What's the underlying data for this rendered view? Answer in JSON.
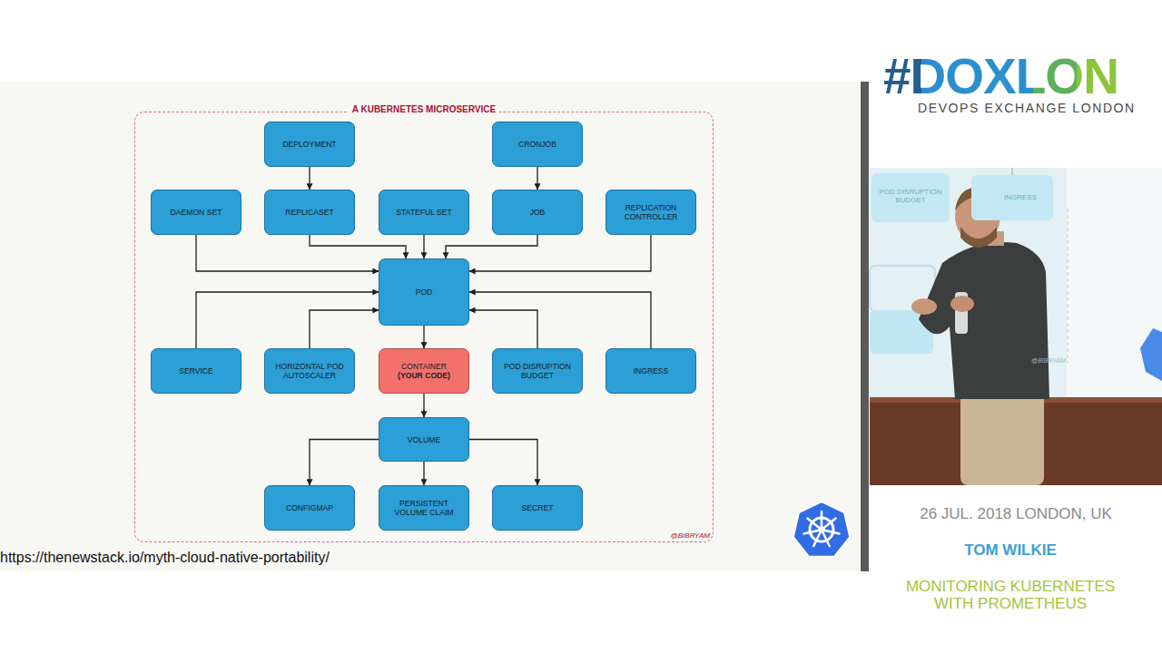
{
  "diagram": {
    "nodes": [
      {
        "text": [
          "A KUBERNETES MICROSERVICE"
        ]
      },
      {
        "text": [
          "DEPLOYMENT"
        ],
        "in": 0
      },
      {
        "text": [
          "CRONJOB"
        ],
        "in": 0
      },
      {
        "text": [
          "DAEMON SET"
        ],
        "in": 0
      },
      {
        "text": [
          "REPLICASET"
        ],
        "in": 0
      },
      {
        "text": [
          "STATEFUL SET"
        ],
        "in": 0
      },
      {
        "text": [
          "JOB"
        ],
        "in": 0
      },
      {
        "text": [
          "REPLICATION CONTROLLER"
        ],
        "in": 0
      },
      {
        "text": [
          "POD"
        ],
        "in": 0
      },
      {
        "text": [
          "SERVICE"
        ],
        "in": 0
      },
      {
        "text": [
          "HORIZONTAL POD AUTOSCALER"
        ],
        "in": 0
      },
      {
        "text": [
          "CONTAINER",
          "(YOUR CODE)"
        ],
        "in": 0
      },
      {
        "text": [
          "POD DISRUPTION BUDGET"
        ],
        "in": 0
      },
      {
        "text": [
          "INGRESS"
        ],
        "in": 0
      },
      {
        "text": [
          "VOLUME"
        ],
        "in": 0
      },
      {
        "text": [
          "CONFIGMAP"
        ],
        "in": 0
      },
      {
        "text": [
          "PERSISTENT VOLUME CLAIM"
        ],
        "in": 0
      },
      {
        "text": [
          "SECRET"
        ],
        "in": 0
      }
    ],
    "edges": [
      {
        "from": 1,
        "to": 4,
        "arrow": "to"
      },
      {
        "from": 2,
        "to": 6,
        "arrow": "to"
      },
      {
        "from": 4,
        "to": 8,
        "arrow": "to"
      },
      {
        "from": 5,
        "to": 8,
        "arrow": "to"
      },
      {
        "from": 6,
        "to": 8,
        "arrow": "to"
      },
      {
        "from": 3,
        "to": 8,
        "arrow": "to"
      },
      {
        "from": 7,
        "to": 8,
        "arrow": "to"
      },
      {
        "from": 9,
        "to": 8,
        "arrow": "to"
      },
      {
        "from": 10,
        "to": 8,
        "arrow": "to"
      },
      {
        "from": 12,
        "to": 8,
        "arrow": "to"
      },
      {
        "from": 13,
        "to": 8,
        "arrow": "to"
      },
      {
        "from": 8,
        "to": 11,
        "arrow": "to"
      },
      {
        "from": 11,
        "to": 14,
        "arrow": "to"
      },
      {
        "from": 14,
        "to": 15,
        "arrow": "to"
      },
      {
        "from": 14,
        "to": 16,
        "arrow": "to"
      },
      {
        "from": 14,
        "to": 17,
        "arrow": "to"
      }
    ],
    "labels": [
      "@BIBRYAM",
      "https://thenewstack.io/myth-cloud-native-portability/",
      "#DOXLON",
      "DEVOPS EXCHANGE LONDON",
      "26 JUL. 2018 LONDON, UK",
      "TOM WILKIE",
      "MONITORING KUBERNETES WITH PROMETHEUS",
      "POD DISRUPTION BUDGET",
      "INGRESS",
      "@BIBRYAM"
    ]
  }
}
